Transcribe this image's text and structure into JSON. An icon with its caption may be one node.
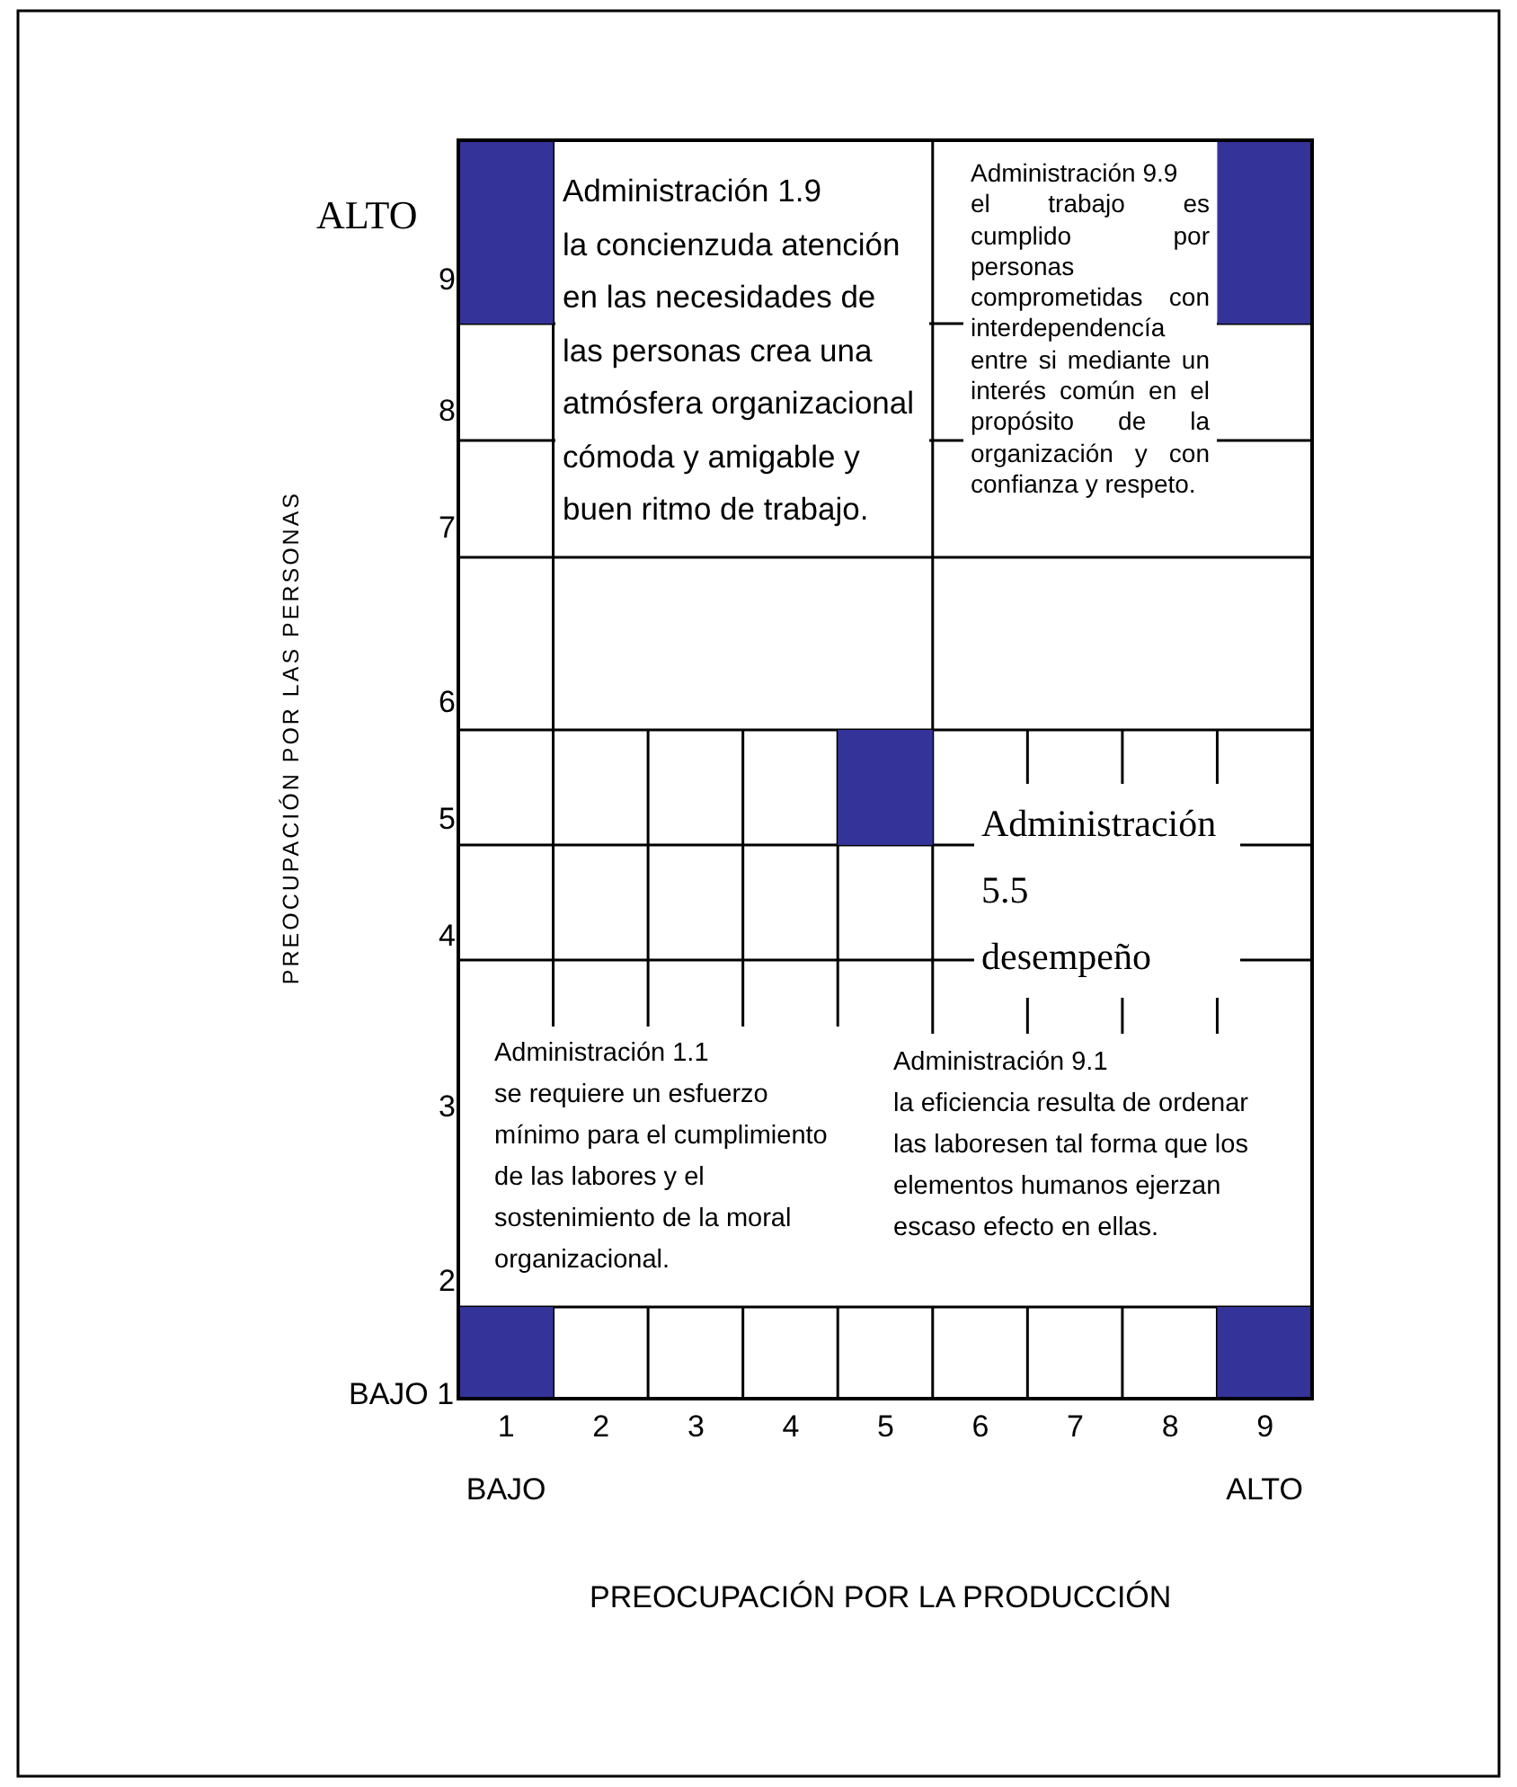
{
  "diagram": {
    "nodes": [
      {
        "text": [
          "Administración 1.9",
          "la concienzuda atención en las necesidades de las personas crea una atmósfera organizacional cómoda y amigable y buen ritmo de trabajo."
        ]
      },
      {
        "text": [
          "Administración 9.9",
          "el trabajo es cumplido por personas comprometidas con interdependencía entre si mediante un interés común en el propósito de la organización y con confianza y respeto."
        ]
      },
      {
        "text": [
          "Administración 5.5",
          "desempeño"
        ]
      },
      {
        "text": [
          "Administración 1.1",
          "se requiere un esfuerzo mínimo para el cumplimiento de las labores y el sostenimiento de la moral organizacional."
        ]
      },
      {
        "text": [
          "Administración 9.1",
          "la eficiencia resulta de ordenar las laboresen tal forma que los elementos humanos ejerzan escaso efecto en ellas."
        ]
      }
    ],
    "labels": [
      "ALTO",
      "9",
      "8",
      "7",
      "6",
      "5",
      "4",
      "3",
      "2",
      "BAJO 1",
      "1",
      "2",
      "3",
      "4",
      "5",
      "6",
      "7",
      "8",
      "9",
      "BAJO",
      "ALTO",
      "PREOCUPACIÓN POR LAS PERSONAS",
      "PREOCUPACIÓN POR LA PRODUCCIÓN"
    ]
  }
}
